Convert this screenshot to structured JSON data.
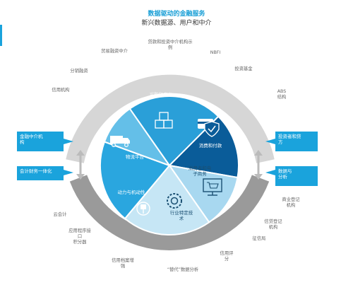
{
  "header": {
    "title": "数据驱动的金融服务",
    "subtitle": "新兴数据源、用户和中介"
  },
  "center_segments": [
    {
      "label": "采购和库存",
      "icon": "boxes-icon",
      "color": "#2a9fd8"
    },
    {
      "label": "消费和付款",
      "icon": "card-shield-icon",
      "color": "#0a5c99"
    },
    {
      "label": "消费者和电\n子商务",
      "icon": "monitor-cart-icon",
      "color": "#a8d8f0"
    },
    {
      "label": "行业特定技\n术",
      "icon": "gear-icon",
      "color": "#c6e6f5"
    },
    {
      "label": "动力与机动性",
      "icon": "plug-icon",
      "color": "#2aa6df"
    },
    {
      "label": "物流平台",
      "icon": "truck-icon",
      "color": "#64bfe8"
    }
  ],
  "side_boxes": {
    "left_top": "金融中介机\n构",
    "left_bottom": "会计财务一体化",
    "right_top": "投资者和贷\n方",
    "right_bottom": "数据与\n分析"
  },
  "outer_labels": [
    "贸易融资中介",
    "贷款和投资中介机构示\n例",
    "NBFI",
    "投资基金",
    "ABS\n结构",
    "分销融资",
    "信用机构",
    "商业登记\n机构",
    "信贷登记\n机构",
    "征信局",
    "信用评\n分",
    "“替代”数据分析",
    "信用档案增\n强",
    "应用程序接\n口\n积分器",
    "云会计"
  ]
}
